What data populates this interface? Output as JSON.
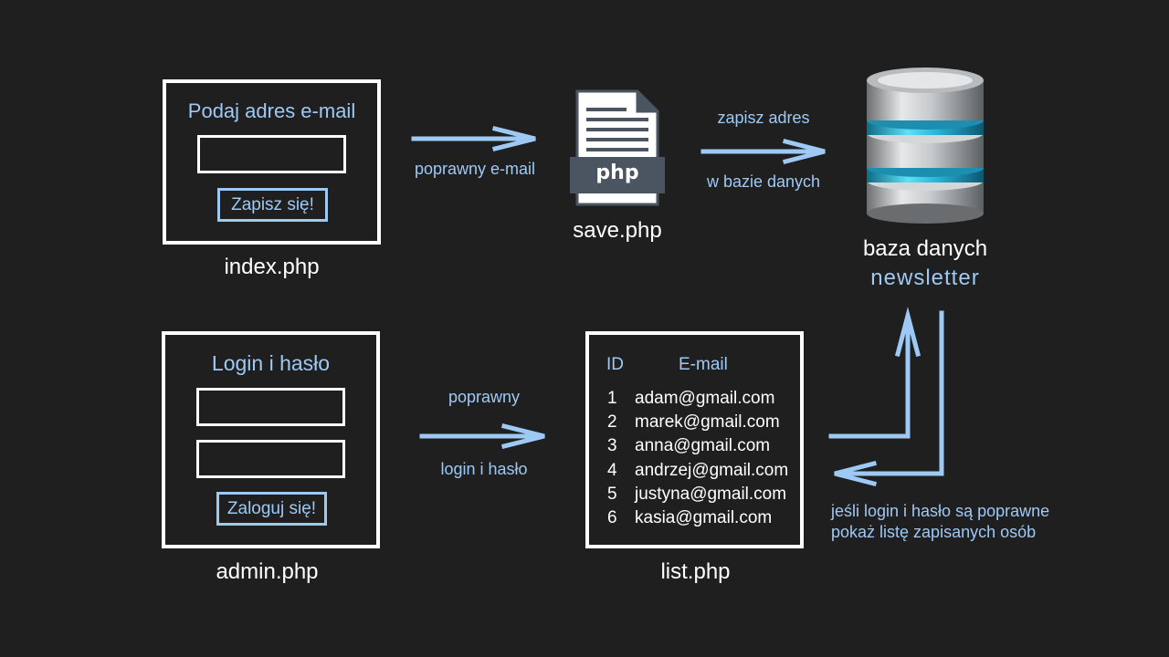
{
  "index_form": {
    "heading": "Podaj adres e-mail",
    "button": "Zapisz się!",
    "caption": "index.php"
  },
  "arrow_index_save": {
    "label": "poprawny e-mail"
  },
  "save_script": {
    "badge": "php",
    "caption": "save.php"
  },
  "arrow_save_db": {
    "label_top": "zapisz adres",
    "label_bottom": "w bazie danych"
  },
  "database": {
    "caption_line1": "baza danych",
    "caption_line2": "newsletter"
  },
  "admin_form": {
    "heading": "Login i hasło",
    "button": "Zaloguj się!",
    "caption": "admin.php"
  },
  "arrow_admin_list": {
    "label_top": "poprawny",
    "label_bottom": "login i hasło"
  },
  "list_table": {
    "header_id": "ID",
    "header_email": "E-mail",
    "rows": [
      {
        "id": "1",
        "email": "adam@gmail.com"
      },
      {
        "id": "2",
        "email": "marek@gmail.com"
      },
      {
        "id": "3",
        "email": "anna@gmail.com"
      },
      {
        "id": "4",
        "email": "andrzej@gmail.com"
      },
      {
        "id": "5",
        "email": "justyna@gmail.com"
      },
      {
        "id": "6",
        "email": "kasia@gmail.com"
      }
    ],
    "caption": "list.php"
  },
  "arrow_list_db": {
    "note_line1": "jeśli login i hasło są poprawne",
    "note_line2": "pokaż listę zapisanych osób"
  },
  "colors": {
    "background": "#1f1f1f",
    "accent": "#9ec9f5",
    "foreground": "#ffffff",
    "db_cyan": "#2ab3d8"
  }
}
